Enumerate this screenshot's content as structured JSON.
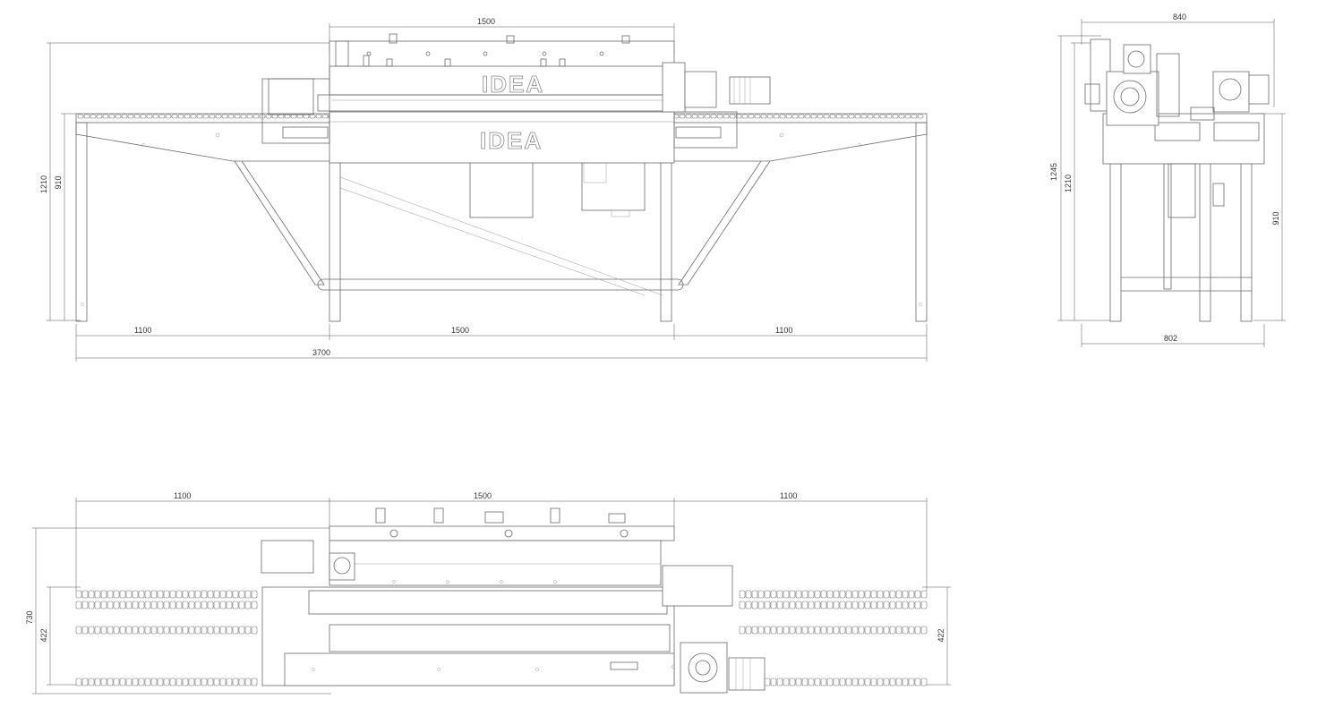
{
  "brand": "IDEA",
  "front_view": {
    "dim_top": "1500",
    "dim_height_total": "1210",
    "dim_height_table": "910",
    "dim_left": "1100",
    "dim_middle": "1500",
    "dim_right": "1100",
    "dim_overall": "3700"
  },
  "side_view": {
    "dim_top": "840",
    "dim_height_a": "1245",
    "dim_height_b": "1210",
    "dim_height_c": "910",
    "dim_bottom": "802"
  },
  "plan_view": {
    "dim_left": "1100",
    "dim_middle": "1500",
    "dim_right": "1100",
    "dim_depth": "730",
    "dim_conveyor_left": "422",
    "dim_conveyor_right": "422"
  }
}
